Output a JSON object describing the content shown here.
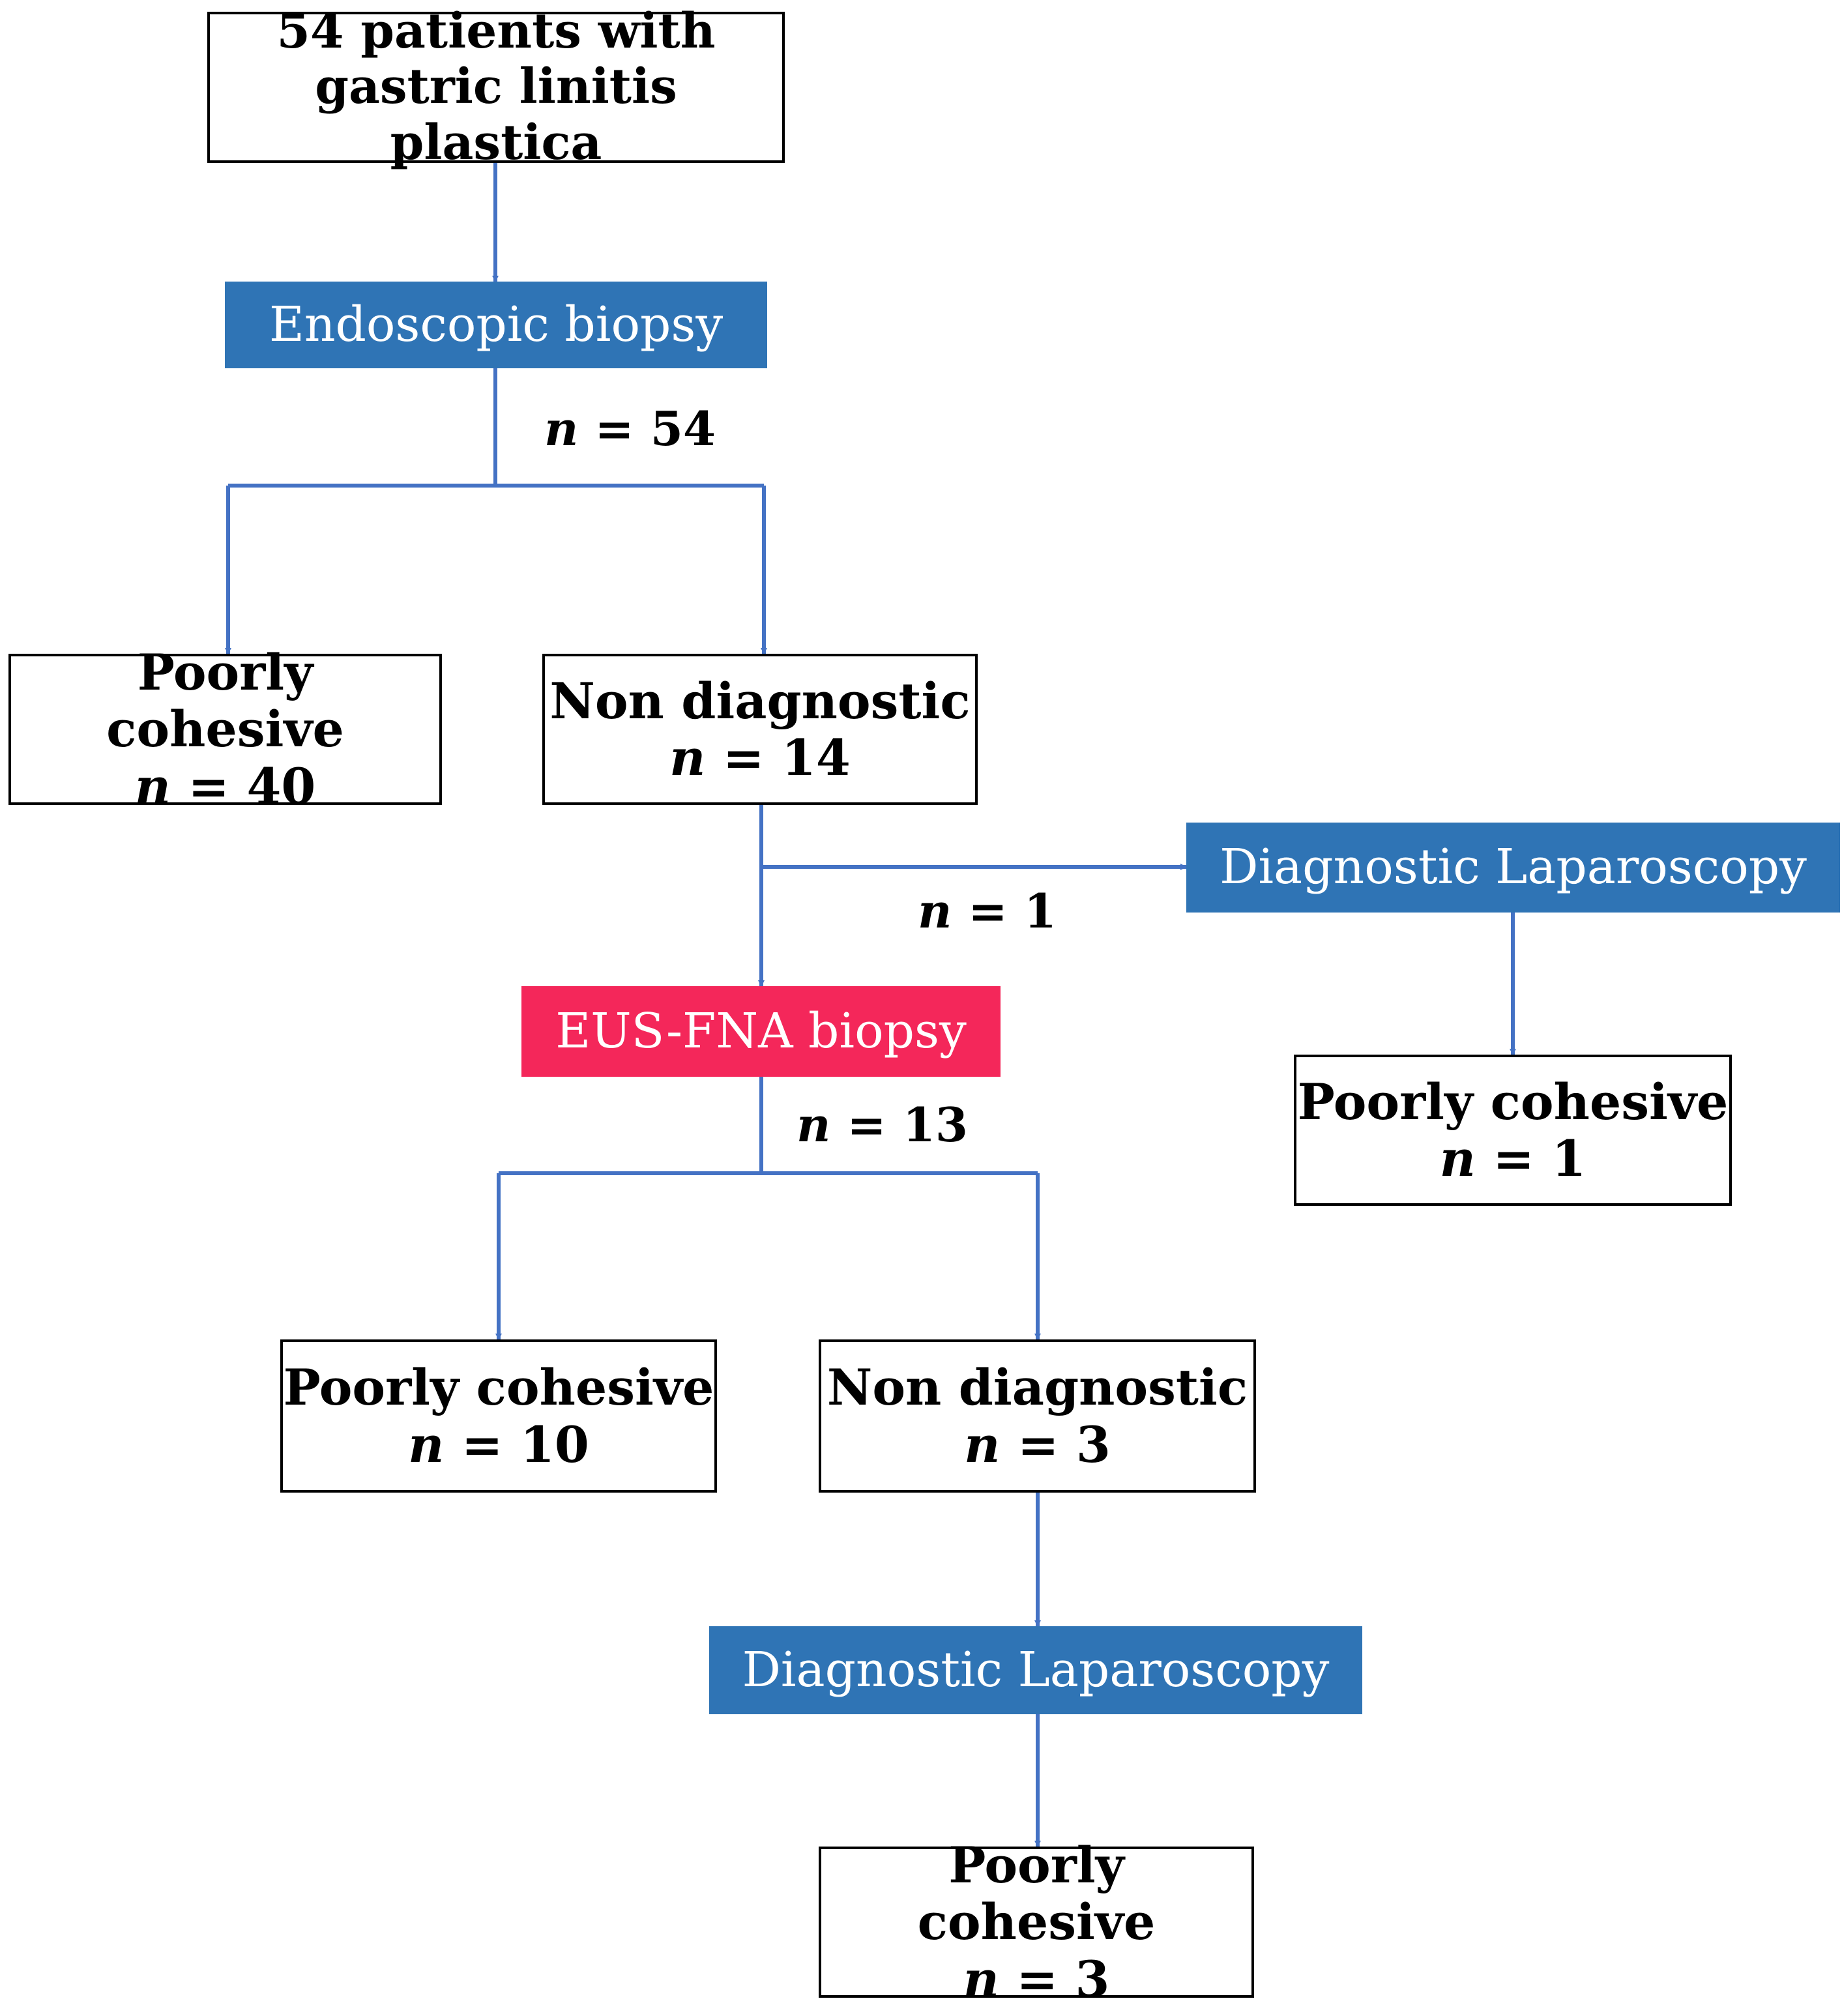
{
  "nodes": {
    "start": {
      "line1": "54 patients with",
      "line2": "gastric linitis plastica"
    },
    "endoscopic": {
      "label": "Endoscopic biopsy"
    },
    "poorly_40": {
      "label": "Poorly cohesive",
      "n_prefix": "n",
      "n_value": "=  40"
    },
    "nondiag_14": {
      "label": "Non diagnostic",
      "n_prefix": "n",
      "n_value": "=  14"
    },
    "laparoscopy_1": {
      "label": "Diagnostic Laparoscopy"
    },
    "poorly_1": {
      "label": "Poorly cohesive",
      "n_prefix": "n",
      "n_value": "= 1"
    },
    "eus_fna": {
      "label": "EUS-FNA biopsy"
    },
    "poorly_10": {
      "label": "Poorly cohesive",
      "n_prefix": "n",
      "n_value": "= 10"
    },
    "nondiag_3": {
      "label": "Non diagnostic",
      "n_prefix": "n",
      "n_value": "=  3"
    },
    "laparoscopy_2": {
      "label": "Diagnostic Laparoscopy"
    },
    "poorly_3": {
      "label": "Poorly cohesive",
      "n_prefix": "n",
      "n_value": "= 3"
    }
  },
  "edge_labels": {
    "n54": {
      "prefix": "n",
      "value": " = 54"
    },
    "n1": {
      "prefix": "n",
      "value": " = 1"
    },
    "n13": {
      "prefix": "n",
      "value": " = 13"
    }
  },
  "colors": {
    "connector": "#4472c4",
    "process_blue": "#2f74b5",
    "process_red": "#f4275a"
  }
}
